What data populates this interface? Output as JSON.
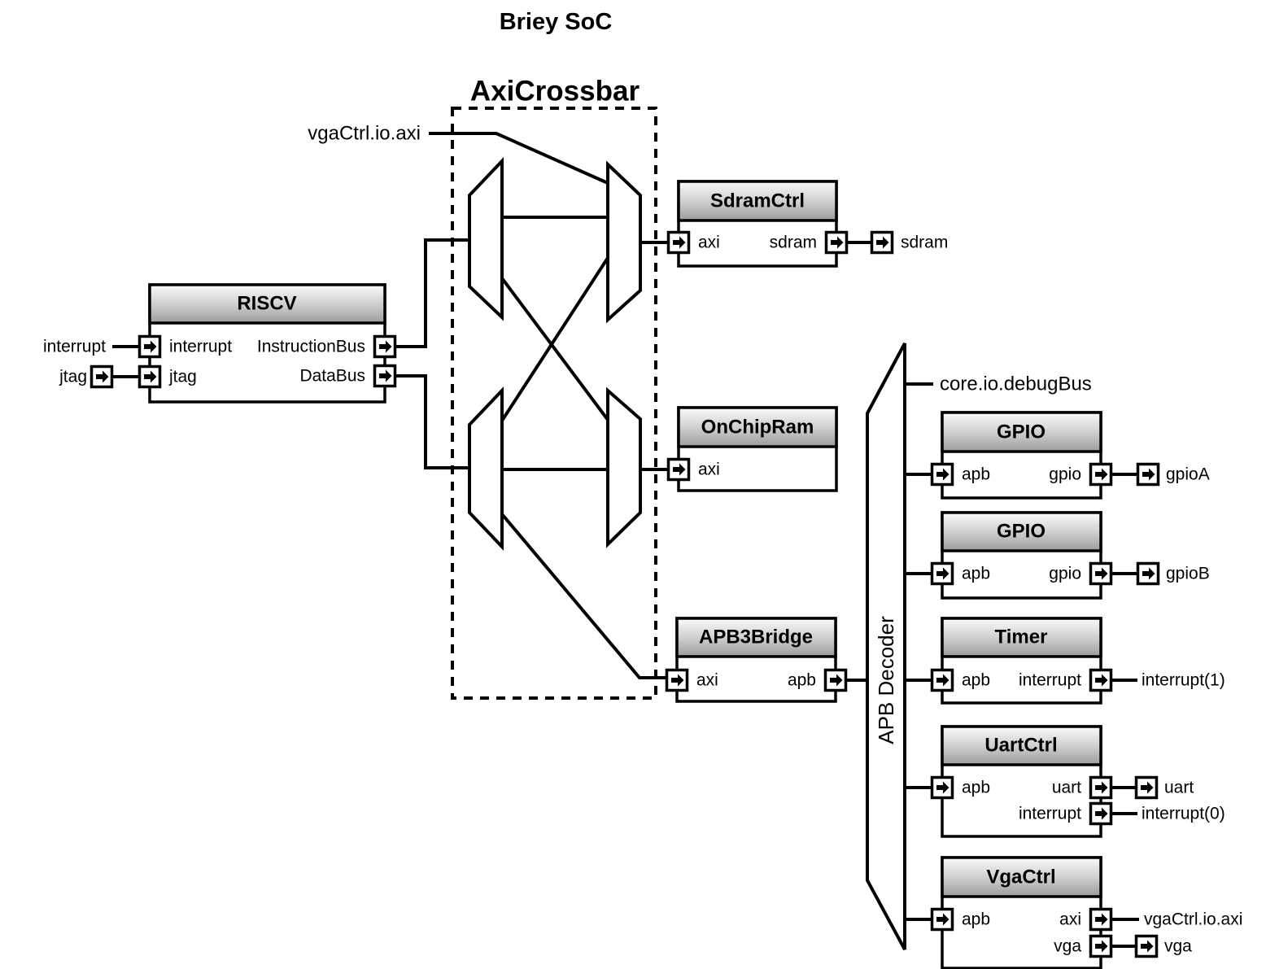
{
  "labels": {
    "title": "Briey SoC",
    "crossbar": "AxiCrossbar",
    "decoder": "APB Decoder",
    "vga_axi_top": "vgaCtrl.io.axi",
    "debug_bus": "core.io.debugBus",
    "interrupt_in": "interrupt",
    "jtag_in": "jtag",
    "sdram_out": "sdram",
    "gpio_a_out": "gpioA",
    "gpio_b_out": "gpioB",
    "timer_interrupt_out": "interrupt(1)",
    "uart_out": "uart",
    "uart_interrupt_out": "interrupt(0)",
    "vga_axi_out": "vgaCtrl.io.axi",
    "vga_out": "vga"
  },
  "blocks": {
    "riscv": {
      "title": "RISCV",
      "ports": {
        "interrupt": "interrupt",
        "jtag": "jtag",
        "instruction_bus": "InstructionBus",
        "data_bus": "DataBus"
      }
    },
    "sdram_ctrl": {
      "title": "SdramCtrl",
      "ports": {
        "axi": "axi",
        "sdram": "sdram"
      }
    },
    "on_chip_ram": {
      "title": "OnChipRam",
      "ports": {
        "axi": "axi"
      }
    },
    "apb3_bridge": {
      "title": "APB3Bridge",
      "ports": {
        "axi": "axi",
        "apb": "apb"
      }
    },
    "gpio_a": {
      "title": "GPIO",
      "ports": {
        "apb": "apb",
        "gpio": "gpio"
      }
    },
    "gpio_b": {
      "title": "GPIO",
      "ports": {
        "apb": "apb",
        "gpio": "gpio"
      }
    },
    "timer": {
      "title": "Timer",
      "ports": {
        "apb": "apb",
        "interrupt": "interrupt"
      }
    },
    "uart_ctrl": {
      "title": "UartCtrl",
      "ports": {
        "apb": "apb",
        "uart": "uart",
        "interrupt": "interrupt"
      }
    },
    "vga_ctrl": {
      "title": "VgaCtrl",
      "ports": {
        "apb": "apb",
        "axi": "axi",
        "vga": "vga"
      }
    }
  },
  "colors": {
    "line": "#000000",
    "background": "#ffffff",
    "header_gradient_top": "#fbfbfb",
    "header_gradient_mid": "#d0d0d0",
    "header_gradient_bottom": "#9c9c9c"
  }
}
